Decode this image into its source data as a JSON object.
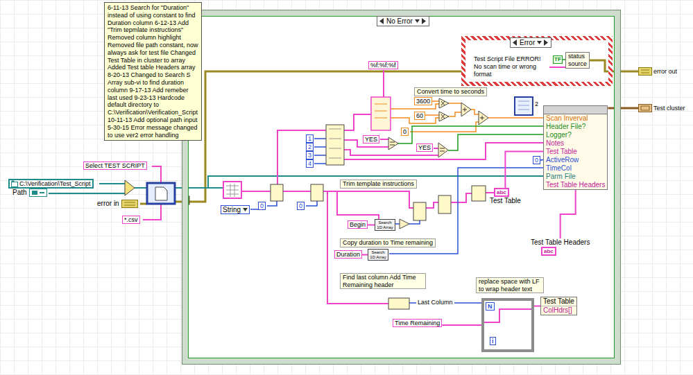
{
  "diagram": {
    "nodes": [
      {
        "text": [
          "6-11-13 Search for \"Duration\" instead of using constant to find Duration column 6-12-13 Add \"Trim tepmlate instructions\" Removed column highlight Removed file path constant, now always ask for test file Changed Test Table in cluster to array Added Test table Headers array 8-20-13 Changed to Search S Array sub-vi to find duration column 9-17-13 Add remeber last used 9-23-13 Hardcode default directory to C:\\Verification\\Verification_Script 10-11-13 Add optional path input 5-30-15 Error message changed to use ver2 error handling"
        ]
      },
      {
        "text": [
          "C:\\Verification\\Test_Script"
        ]
      },
      {
        "text": [
          "Path"
        ]
      },
      {
        "text": [
          "Select TEST SCRIPT"
        ]
      },
      {
        "text": [
          "error in"
        ]
      },
      {
        "text": [
          "*.csv"
        ]
      },
      {
        "text": [
          "No Error"
        ]
      },
      {
        "text": [
          "Error",
          "Test Script File ERROR! No scan time or wrong format"
        ],
        "in": 6
      },
      {
        "text": [
          "status",
          "source"
        ],
        "in": 7
      },
      {
        "text": [
          "%f:%f:%f"
        ],
        "in": 6
      },
      {
        "text": [
          "3600"
        ],
        "in": 6
      },
      {
        "text": [
          "60"
        ],
        "in": 6
      },
      {
        "text": [
          "0"
        ],
        "in": 6
      },
      {
        "text": [
          "1"
        ],
        "in": 6
      },
      {
        "text": [
          "2"
        ],
        "in": 6
      },
      {
        "text": [
          "3"
        ],
        "in": 6
      },
      {
        "text": [
          "4"
        ],
        "in": 6
      },
      {
        "text": [
          "YES"
        ],
        "in": 6
      },
      {
        "text": [
          "YES"
        ],
        "in": 6
      },
      {
        "text": [
          "Scan Inverval",
          "Header File?",
          "Logger?",
          "Notes",
          "Test Table",
          "ActiveRow",
          "TimeCol",
          "Parm File",
          "Test Table Headers"
        ],
        "in": 6
      },
      {
        "text": [
          "0"
        ],
        "in": 6
      },
      {
        "text": [
          "String"
        ],
        "in": 6
      },
      {
        "text": [
          "0"
        ],
        "in": 6
      },
      {
        "text": [
          "0"
        ],
        "in": 6
      },
      {
        "text": [
          "Begin"
        ],
        "in": 6
      },
      {
        "text": [
          "Search 1D Array"
        ],
        "in": 6
      },
      {
        "text": [
          "abc",
          "Test Table"
        ],
        "in": 6
      },
      {
        "text": [
          "Duration"
        ],
        "in": 6
      },
      {
        "text": [
          "Search 1D Array"
        ],
        "in": 6
      },
      {
        "text": [
          "Test Table Headers",
          "abc"
        ],
        "in": 6
      },
      {
        "text": [
          "N",
          "i"
        ],
        "in": 6
      },
      {
        "text": [
          "Time Remaining"
        ],
        "in": 6
      },
      {
        "text": [
          "Test Table",
          "ColHdrs[]"
        ],
        "in": 6
      },
      {
        "text": [
          "error out"
        ]
      },
      {
        "text": [
          "Test cluster"
        ]
      }
    ],
    "edges": [
      {
        "from": 6,
        "to": 33,
        "arrow": "none"
      },
      {
        "from": 19,
        "to": 34,
        "arrow": "none"
      },
      {
        "from": 26,
        "to": 19,
        "arrow": "none"
      },
      {
        "from": 20,
        "to": 19,
        "arrow": "none"
      },
      {
        "from": 29,
        "to": 19,
        "arrow": "none"
      },
      {
        "from": 24,
        "to": 25,
        "arrow": "none"
      },
      {
        "from": 27,
        "to": 28,
        "arrow": "none"
      },
      {
        "from": 31,
        "to": 30,
        "arrow": "none"
      },
      {
        "from": 30,
        "to": 32,
        "arrow": "none"
      }
    ],
    "labels": [
      "Convert time to seconds",
      "Trim template instructions",
      "Copy duration to Time remaining",
      "Find last column Add Time Remaining header",
      "replace space with LF to wrap header text",
      "Last Column",
      "TF",
      "2"
    ]
  }
}
